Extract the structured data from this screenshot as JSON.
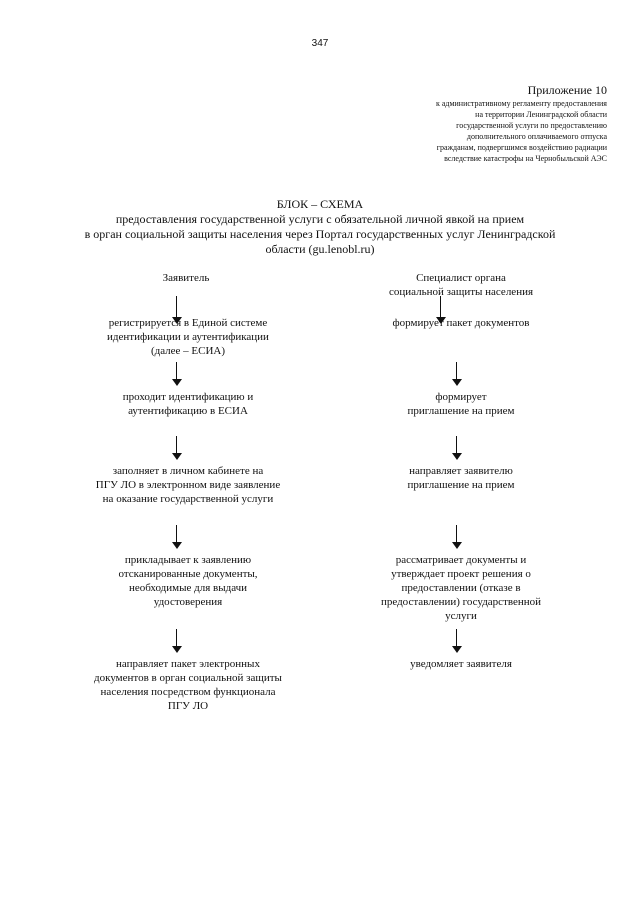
{
  "page_number": "347",
  "appendix": {
    "title": "Приложение 10",
    "lines": [
      "к  административному регламенту предоставления",
      "на территории Ленинградской области",
      "государственной услуги по  предоставлению",
      "дополнительного оплачиваемого отпуска",
      "гражданам, подвергшимся воздействию радиации",
      "вследствие катастрофы на Чернобыльской АЭС"
    ]
  },
  "scheme": {
    "title_lines": [
      "БЛОК – СХЕМА",
      "предоставления государственной услуги с  обязательной личной явкой на прием",
      "в орган социальной защиты населения через Портал государственных услуг Ленинградской",
      "области (gu.lenobl.ru)"
    ]
  },
  "left_column": {
    "header": [
      "Заявитель"
    ],
    "steps": [
      [
        "регистрируется в Единой системе",
        "идентификации и аутентификации",
        "(далее – ЕСИА)"
      ],
      [
        "проходит идентификацию и",
        "аутентификацию в ЕСИА"
      ],
      [
        "заполняет в личном кабинете на",
        "ПГУ ЛО в электронном виде заявление",
        "на оказание государственной услуги"
      ],
      [
        "прикладывает  к заявлению",
        "отсканированные документы,",
        "необходимые для выдачи",
        "удостоверения"
      ],
      [
        "направляет пакет электронных",
        "документов в орган социальной защиты",
        "населения посредством функционала",
        "ПГУ ЛО"
      ]
    ]
  },
  "right_column": {
    "header": [
      "Специалист органа",
      "социальной защиты населения"
    ],
    "steps": [
      [
        "формирует пакет документов"
      ],
      [
        "формирует",
        "приглашение на прием"
      ],
      [
        "направляет заявителю",
        "приглашение на прием"
      ],
      [
        "рассматривает документы и",
        "утверждает проект решения о",
        "предоставлении (отказе в",
        "предоставлении) государственной",
        "услуги"
      ],
      [
        "уведомляет заявителя"
      ]
    ]
  }
}
